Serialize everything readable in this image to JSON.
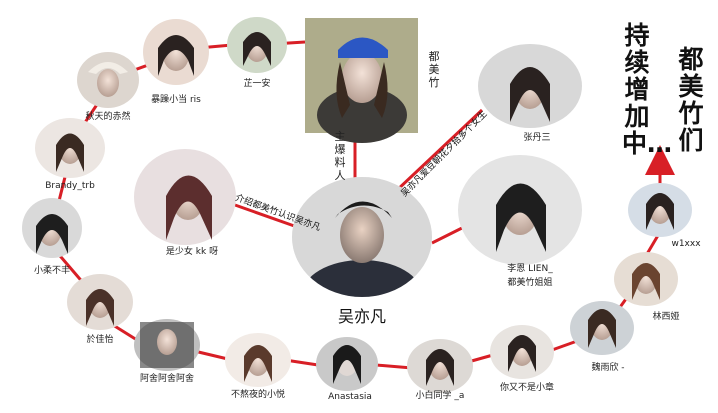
{
  "center": {
    "name": "吴亦凡"
  },
  "photo_label": "都美竹",
  "edges": {
    "informant": "主爆料人",
    "intro": "介绍都美竹认识吴亦凡",
    "rapper_quote": "吴亦凡爱豆朝花夕拾多个女生"
  },
  "side_title": {
    "left": "持续增加中…",
    "right": "都美竹们"
  },
  "nodes": [
    {
      "label": "暴躁小当 ris"
    },
    {
      "label": "芷一安"
    },
    {
      "label": "秋天的赤然"
    },
    {
      "label": "Brandy_trb"
    },
    {
      "label": "小柔不丰"
    },
    {
      "label": "於佳怡"
    },
    {
      "label": "阿舍阿舍阿舍"
    },
    {
      "label": "不熬夜的小悦"
    },
    {
      "label": "Anastasia"
    },
    {
      "label": "小白同学 _a"
    },
    {
      "label": "你又不是小章"
    },
    {
      "label": "魏雨欣 -"
    },
    {
      "label": "林西娅"
    },
    {
      "label": "w1xxx"
    },
    {
      "label": "张丹三"
    },
    {
      "label": "李恩 LIEN_",
      "sub": "都美竹姐姐"
    },
    {
      "label": "是少女 kk 呀"
    }
  ],
  "colors": {
    "edge": "#d81f26",
    "arrow": "#d81f26"
  }
}
